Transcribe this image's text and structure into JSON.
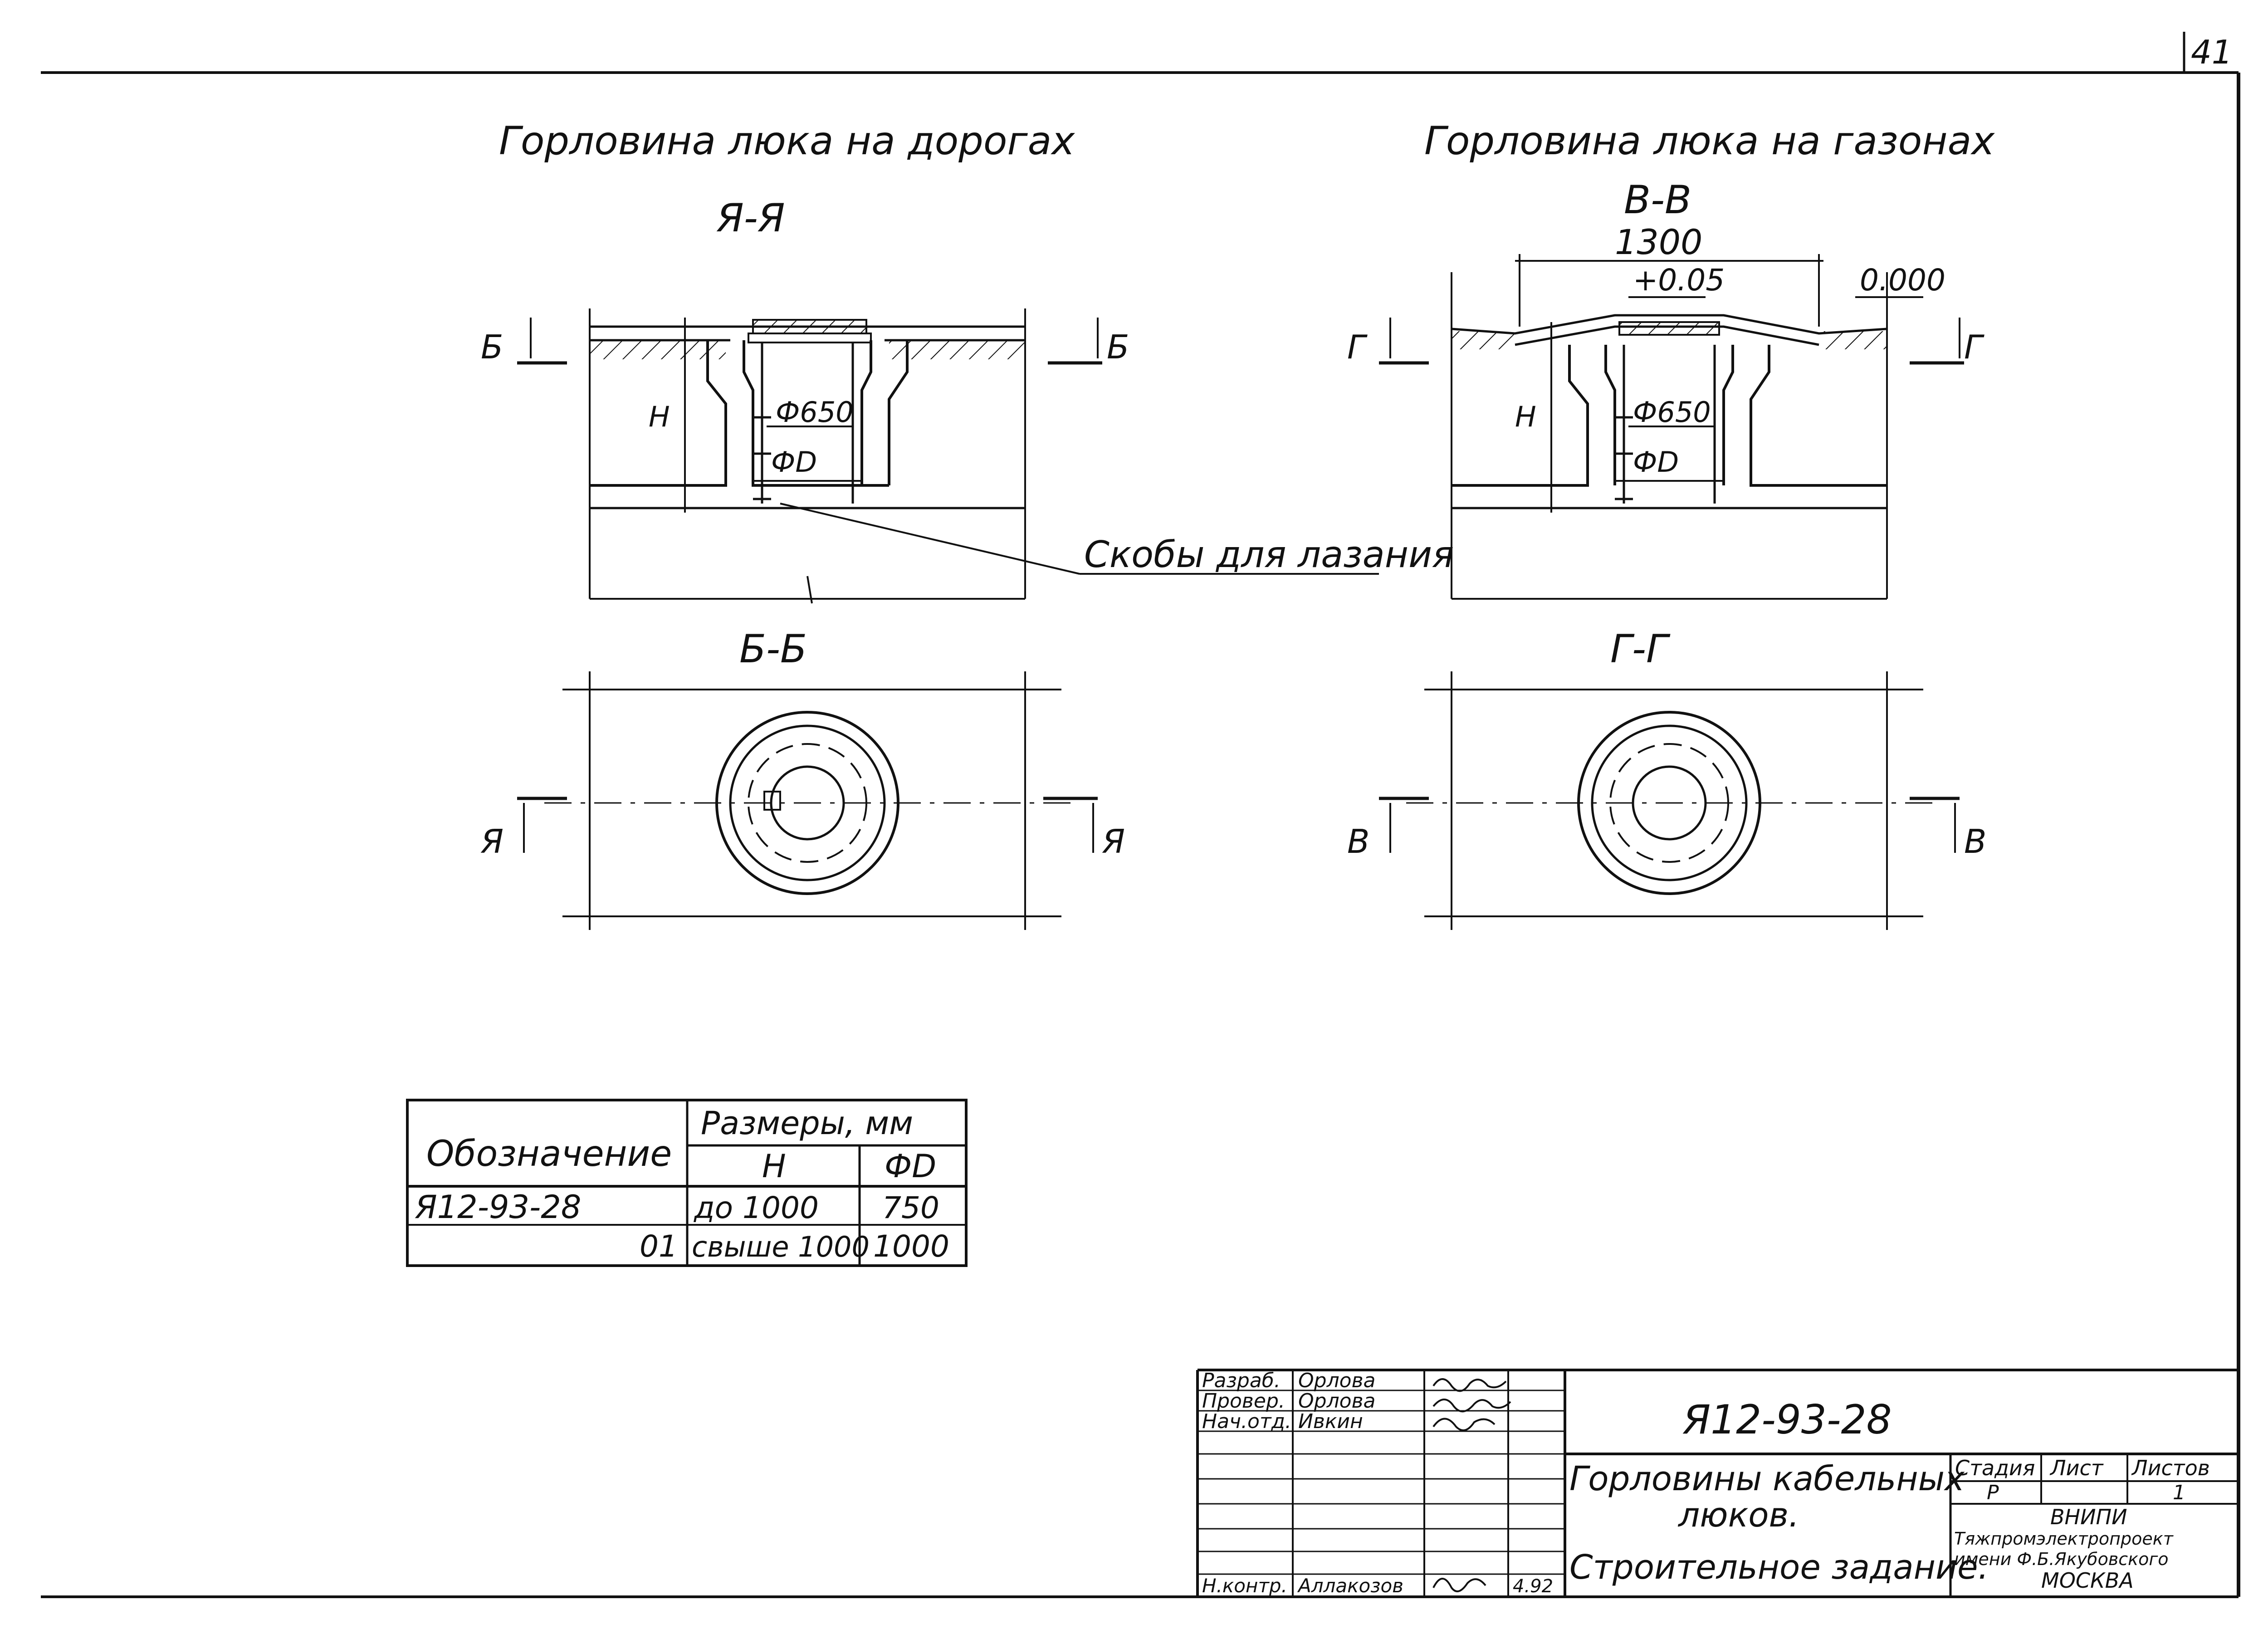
{
  "sheet": {
    "number": "41"
  },
  "left_view": {
    "title": "Горловина люка на дорогах",
    "section_label": "Я-Я",
    "cut_label": "Б",
    "dim_inner": "Ф650",
    "dim_outer": "ФD",
    "height": "H",
    "plan_label": "Б-Б",
    "plan_cut_label": "Я"
  },
  "right_view": {
    "title": "Горловина люка на газонах",
    "section_label": "В-В",
    "cut_label": "Г",
    "width": "1300",
    "level_top": "+0.05",
    "level_ground": "0.000",
    "dim_inner": "Ф650",
    "dim_outer": "ФD",
    "height": "H",
    "plan_label": "Г-Г",
    "plan_cut_label": "В"
  },
  "callout": "Скобы для лазания",
  "table": {
    "header_designation": "Обозначение",
    "header_sizes": "Размеры, мм",
    "col_h": "H",
    "col_d": "ФD",
    "rows": [
      {
        "designation": "Я12-93-28",
        "h": "до 1000",
        "d": "750"
      },
      {
        "designation": "01",
        "h": "свыше 1000",
        "d": "1000"
      }
    ]
  },
  "title_block": {
    "roles": [
      "Разраб.",
      "Провер.",
      "Нач.отд."
    ],
    "names": [
      "Орлова",
      "Орлова",
      "Ивкин"
    ],
    "control_role": "Н.контр.",
    "control_name": "Аллакозов",
    "control_date": "4.92",
    "doc_code": "Я12-93-28",
    "doc_title_1": "Горловины кабельных",
    "doc_title_2": "люков.",
    "doc_subtitle": "Строительное задание.",
    "stage_label": "Стадия",
    "sheet_label": "Лист",
    "sheets_label": "Листов",
    "stage_value": "Р",
    "sheets_value": "1",
    "org_1": "ВНИПИ",
    "org_2": "Тяжпромэлектропроект",
    "org_3": "имени Ф.Б.Якубовского",
    "org_4": "МОСКВА"
  }
}
